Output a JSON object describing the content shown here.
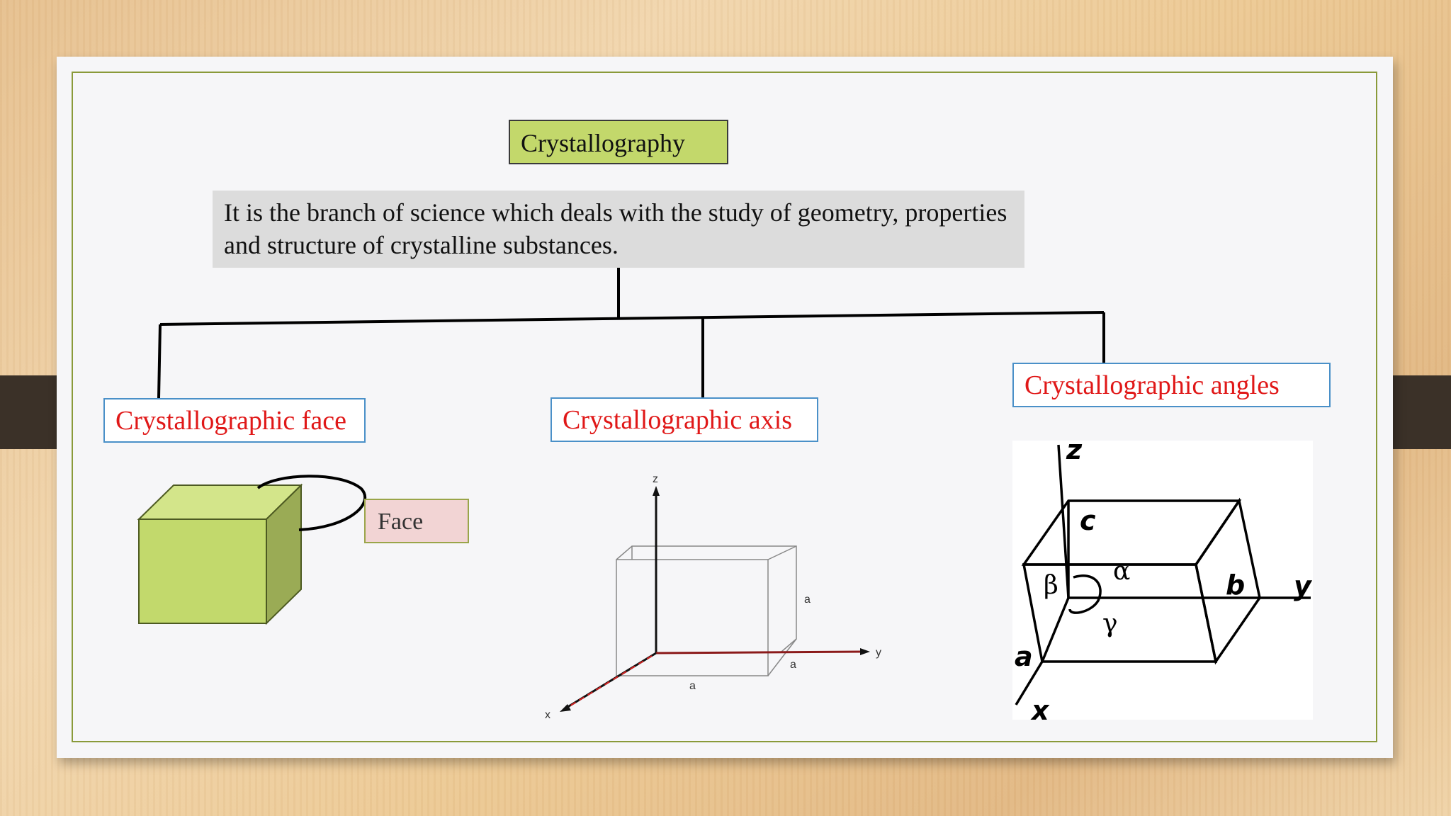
{
  "diagram": {
    "title": "Crystallography",
    "definition": "It is the branch of science which deals with the study of geometry, properties and structure of crystalline substances.",
    "categories": [
      {
        "label": "Crystallographic face"
      },
      {
        "label": "Crystallographic axis"
      },
      {
        "label": "Crystallographic angles"
      }
    ],
    "face_label": "Face",
    "axis_figure": {
      "z": "z",
      "y": "y",
      "x": "x",
      "edge": "a"
    },
    "angles_figure": {
      "z": "z",
      "y": "y",
      "x": "x",
      "a": "a",
      "b": "b",
      "c": "c",
      "alpha": "α",
      "beta": "β",
      "gamma": "γ"
    }
  },
  "colors": {
    "title_fill": "#c3d86b",
    "definition_fill": "#dcdcdc",
    "category_text": "#e01818",
    "category_border": "#4a90c8",
    "cube_front": "#c2d96c",
    "cube_side": "#9aab55",
    "face_fill": "#f2d4d4"
  }
}
